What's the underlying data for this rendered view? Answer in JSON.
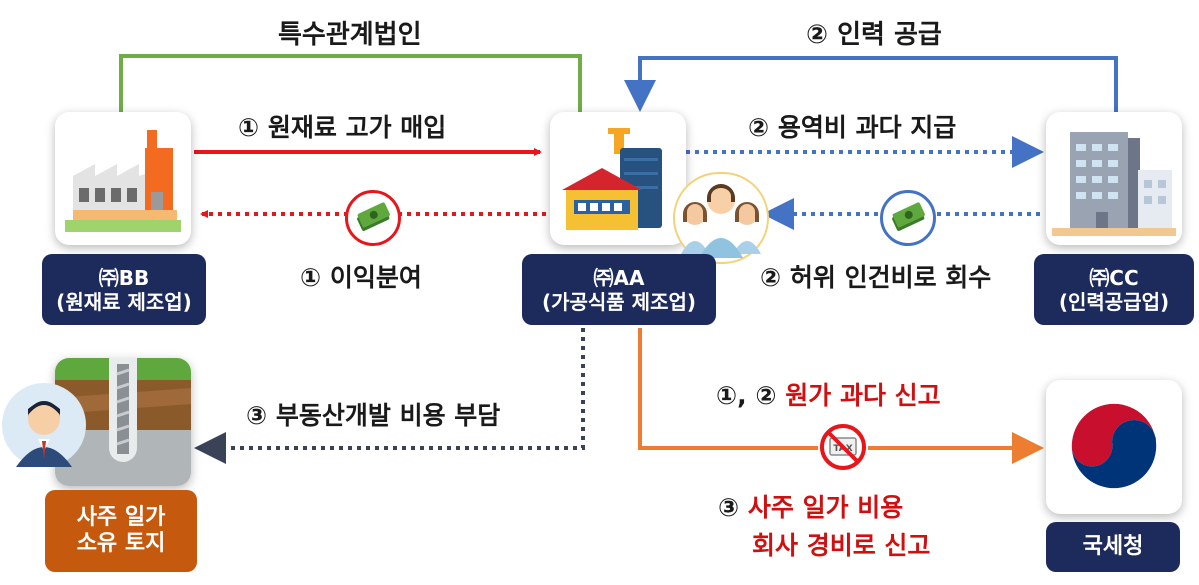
{
  "top": {
    "related_party": "특수관계법인",
    "labor_supply": "② 인력 공급"
  },
  "companies": {
    "bb": {
      "line1": "㈜BB",
      "line2": "(원재료 제조업)"
    },
    "aa": {
      "line1": "㈜AA",
      "line2": "(가공식품 제조업)"
    },
    "cc": {
      "line1": "㈜CC",
      "line2": "(인력공급업)"
    },
    "land": {
      "line1": "사주 일가",
      "line2": "소유 토지"
    },
    "nts": {
      "line1": "국세청"
    }
  },
  "flows": {
    "purchase": "① 원재료 고가 매입",
    "profit_share": "① 이익분여",
    "service_fee": "② 용역비 과다 지급",
    "fake_labor": "② 허위 인건비로 회수",
    "land_dev": "③ 부동산개발 비용 부담",
    "report_prefix": "①, ②",
    "report_cost": "원가 과다 신고",
    "report3_num": "③",
    "report3_line1": "사주 일가 비용",
    "report3_line2": "회사 경비로 신고"
  },
  "icons": {
    "bb": "factory-icon",
    "aa": "food-factory-icon",
    "workers": "workers-group-icon",
    "cc": "office-building-icon",
    "land": "land-drilling-icon",
    "owner": "businessman-avatar-icon",
    "nts": "nts-logo-icon",
    "money": "money-icon",
    "tax": "no-tax-icon"
  },
  "colors": {
    "navy": "#1d2a5c",
    "orange_box": "#c55a0e",
    "red_arrow": "#e8161b",
    "blue_arrow": "#4472c4",
    "green_line": "#70ad47",
    "orange_line": "#ed7d31",
    "dark_dotted": "#3a4257",
    "red_text": "#d01010"
  }
}
